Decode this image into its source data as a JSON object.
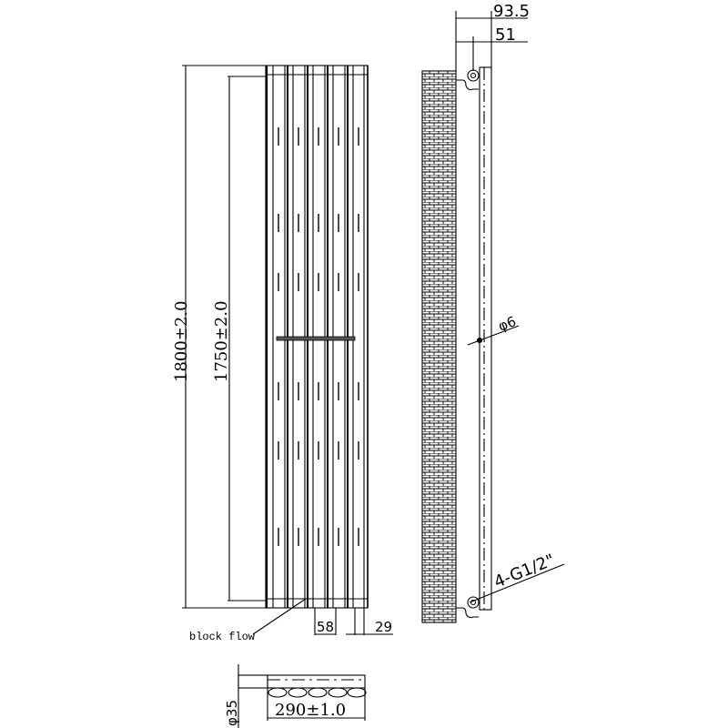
{
  "drawing": {
    "type": "technical-drawing",
    "subject": "vertical column radiator",
    "front_view": {
      "overall_height_label": "1800±2.0",
      "pipe_centre_height_label": "1750±2.0",
      "column_pitch_label": "58",
      "column_width_label": "29",
      "block_flow_label": "block flow",
      "columns": 5
    },
    "side_view": {
      "depth_overall_label": "93.5",
      "depth_to_wall_label": "51",
      "bracket_diameter_label": "φ6",
      "connection_label": "4-G1/2\""
    },
    "top_view": {
      "width_label": "290±1.0",
      "tube_diameter_label": "φ35"
    }
  },
  "colors": {
    "line": "#000000",
    "background": "#ffffff"
  }
}
